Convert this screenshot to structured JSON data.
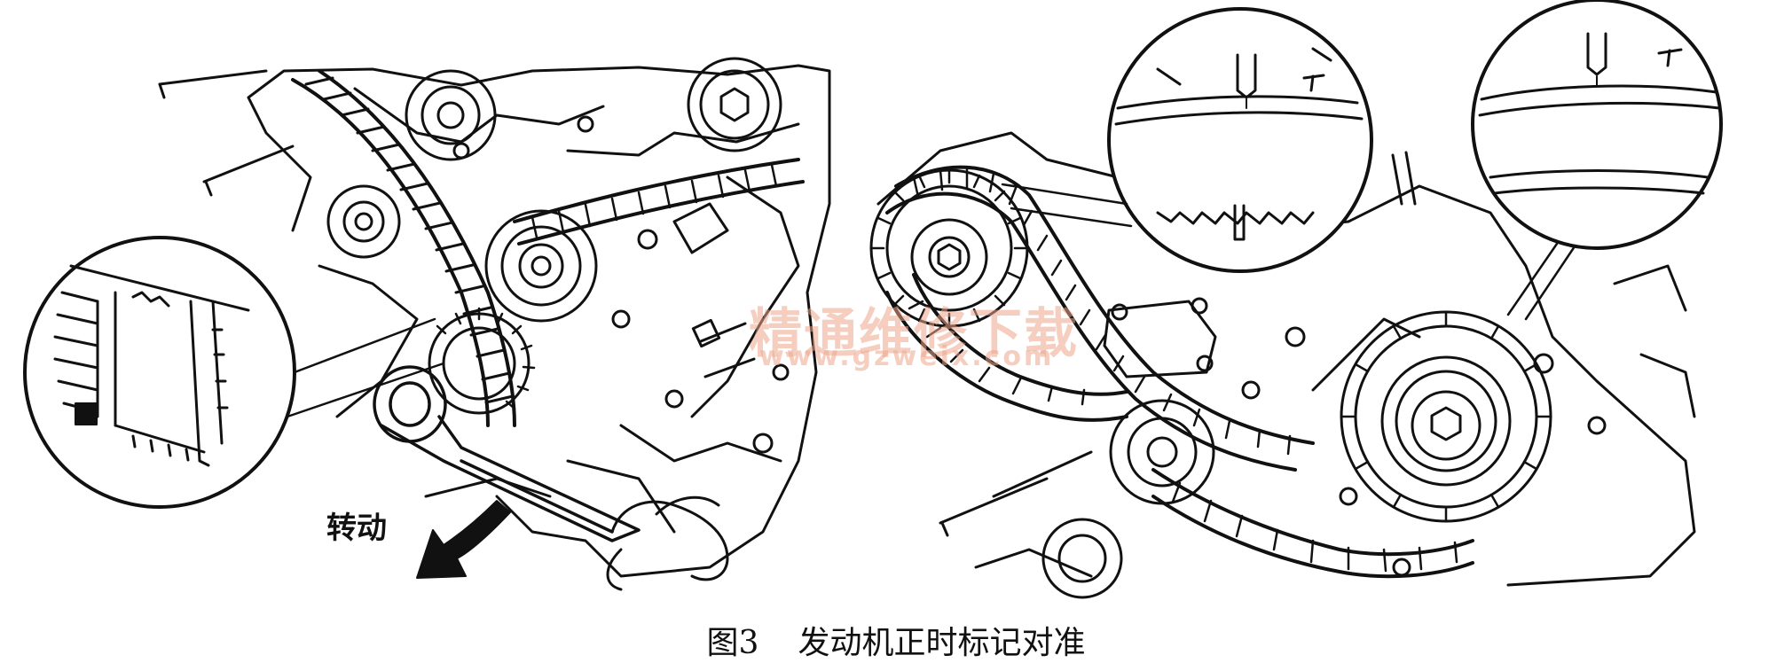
{
  "figure": {
    "caption_number": "图3",
    "caption_title": "发动机正时标记对准",
    "rotate_label": "转动",
    "watermark_cn": "精通维修下载",
    "watermark_url": "www.gzweix.com"
  },
  "colors": {
    "ink": "#111111",
    "watermark": "#eca58c",
    "background": "#ffffff"
  }
}
